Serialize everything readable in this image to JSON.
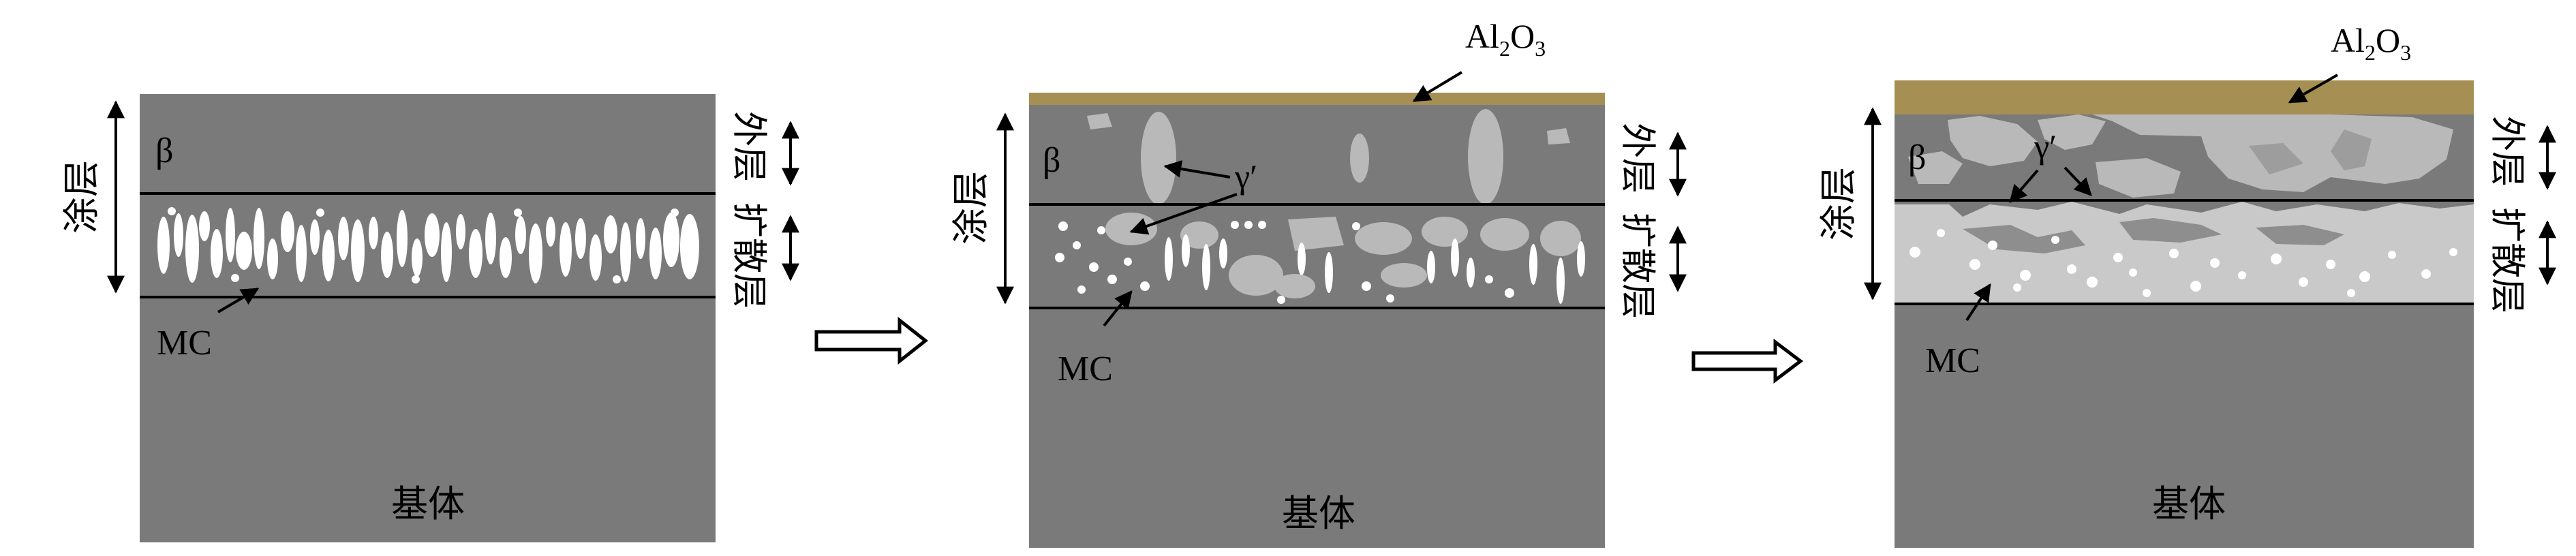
{
  "colors": {
    "background": "#ffffff",
    "substrate": "#7a7a7a",
    "diffusion_layer_panel3": "#c9c9c9",
    "gamma_prime": "#b9b9b9",
    "mc_particle": "#ffffff",
    "alumina": "#a58f52",
    "line": "#000000"
  },
  "panels": [
    {
      "coating_label": "涂层",
      "beta_label": "β",
      "mc_label": "MC",
      "substrate_label": "基体",
      "outer_label": "外层",
      "diffusion_label": "扩散层"
    },
    {
      "coating_label": "涂层",
      "beta_label": "β",
      "mc_label": "MC",
      "gamma_label": "γ′",
      "substrate_label": "基体",
      "outer_label": "外层",
      "diffusion_label": "扩散层",
      "oxide_label": {
        "base": "Al",
        "sub1": "2",
        "mid": "O",
        "sub2": "3"
      }
    },
    {
      "coating_label": "涂层",
      "beta_label": "β",
      "mc_label": "MC",
      "gamma_label": "γ′",
      "substrate_label": "基体",
      "outer_label": "外层",
      "diffusion_label": "扩散层",
      "oxide_label": {
        "base": "Al",
        "sub1": "2",
        "mid": "O",
        "sub2": "3"
      }
    }
  ],
  "process_arrows": 2
}
